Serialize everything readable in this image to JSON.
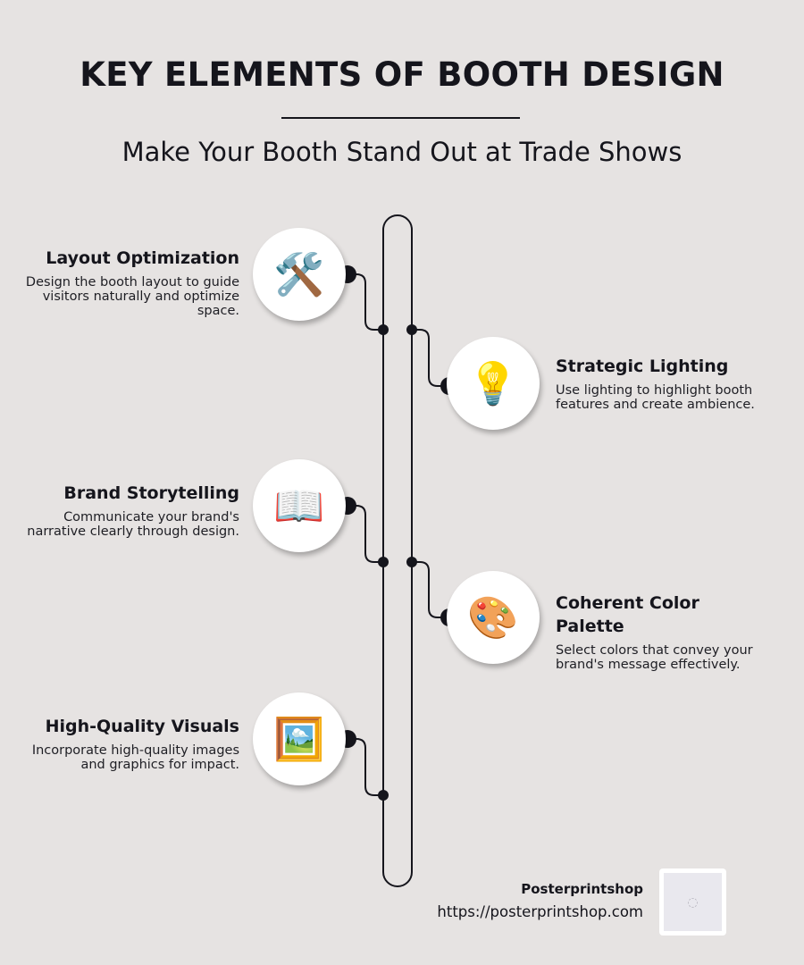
{
  "header": {
    "title": "KEY ELEMENTS OF BOOTH DESIGN",
    "subtitle": "Make Your Booth Stand Out at Trade Shows"
  },
  "items": [
    {
      "title": "Layout Optimization",
      "description": "Design the booth layout to guide visitors naturally and optimize space.",
      "icon": "tools-icon",
      "glyph": "🛠️",
      "side": "left"
    },
    {
      "title": "Strategic Lighting",
      "description": "Use lighting to highlight booth features and create ambience.",
      "icon": "light-bulb-icon",
      "glyph": "💡",
      "side": "right"
    },
    {
      "title": "Brand Storytelling",
      "description": "Communicate your brand's narrative clearly through design.",
      "icon": "open-book-icon",
      "glyph": "📖",
      "side": "left"
    },
    {
      "title": "Coherent Color Palette",
      "description": "Select colors that convey your brand's message effectively.",
      "icon": "palette-icon",
      "glyph": "🎨",
      "side": "right"
    },
    {
      "title": "High-Quality Visuals",
      "description": "Incorporate high-quality images and graphics for impact.",
      "icon": "framed-picture-icon",
      "glyph": "🖼️",
      "side": "left"
    }
  ],
  "footer": {
    "brand": "Posterprintshop",
    "url": "https://posterprintshop.com",
    "qr_icon": "qr-code-icon"
  },
  "colors": {
    "background": "#e6e3e2",
    "ink": "#15151c"
  }
}
